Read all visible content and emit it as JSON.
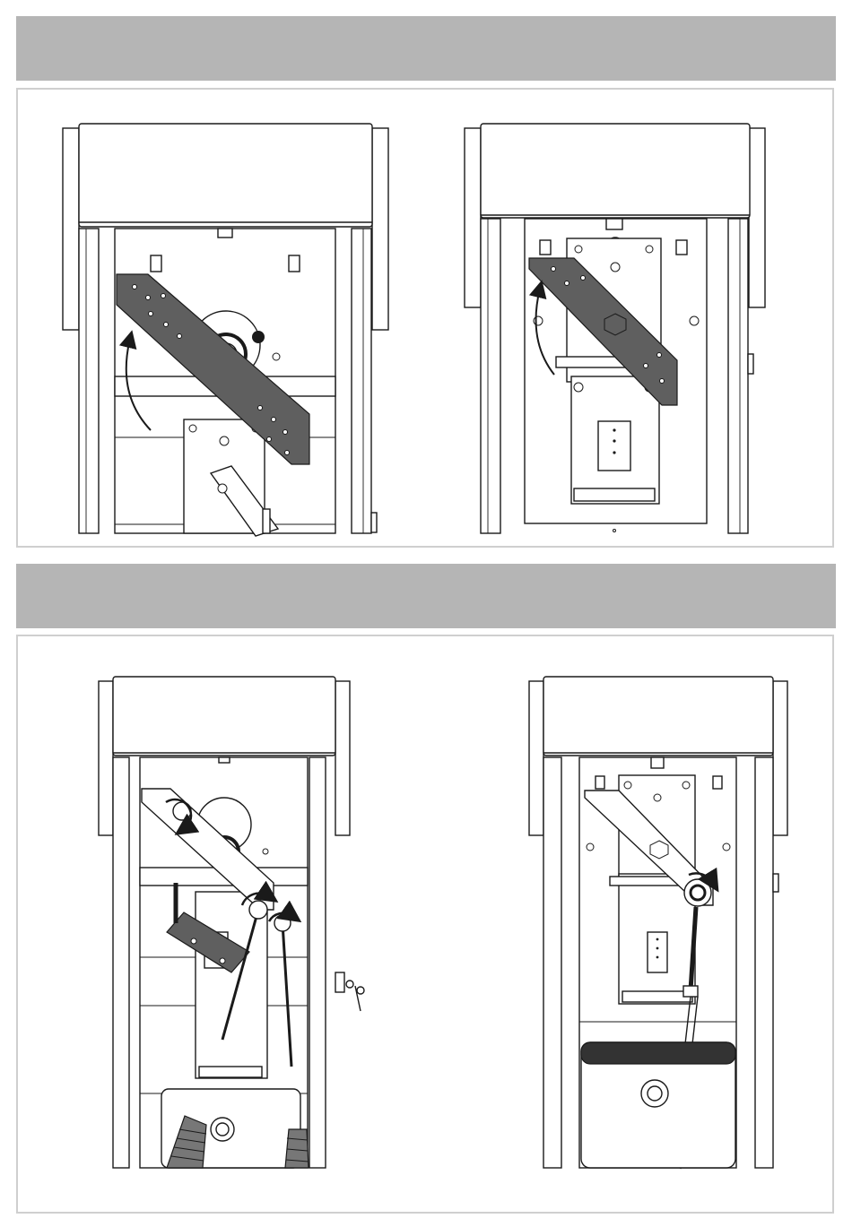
{
  "sections": [
    {
      "title": "",
      "figures": [
        {
          "arm_direction": "right",
          "rotation_arrow": "counter-clockwise",
          "springs": 0
        },
        {
          "arm_direction": "left",
          "rotation_arrow": "counter-clockwise",
          "springs": 0
        }
      ]
    },
    {
      "title": "",
      "figures": [
        {
          "arm_direction": "right",
          "rotation_arrow": "clockwise",
          "springs": 2,
          "key_lock": true
        },
        {
          "arm_direction": "left",
          "rotation_arrow": "clockwise",
          "springs": 1,
          "hook": true
        }
      ]
    }
  ],
  "colors": {
    "header_band": "#b5b5b5",
    "panel_border": "#cfcfcf",
    "plate_fill": "#5f5f5f",
    "line": "#1a1a1a"
  }
}
